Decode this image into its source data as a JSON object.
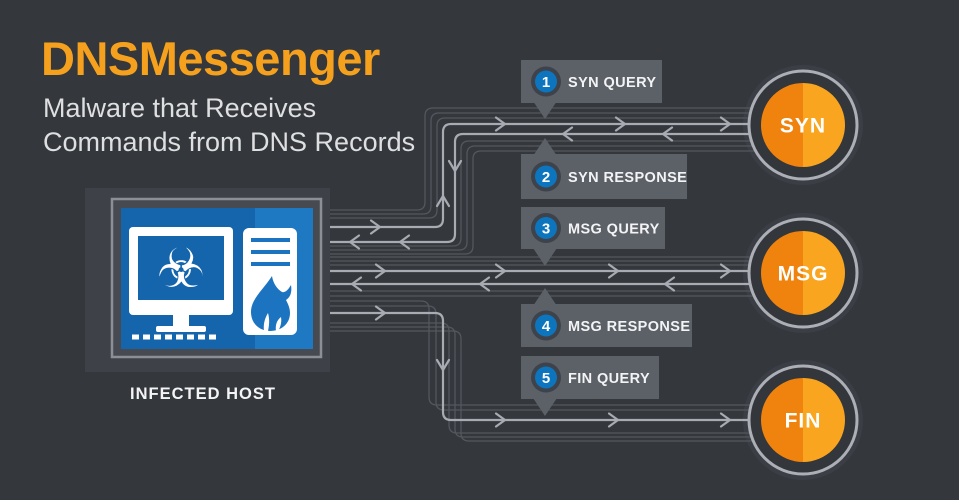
{
  "title": "DNSMessenger",
  "subtitle": {
    "line1": "Malware that Receives",
    "line2": "Commands from DNS Records"
  },
  "host": {
    "label": "INFECTED HOST",
    "biohazard_glyph": "☣"
  },
  "steps": [
    {
      "num": "1",
      "label": "SYN QUERY"
    },
    {
      "num": "2",
      "label": "SYN RESPONSE"
    },
    {
      "num": "3",
      "label": "MSG QUERY"
    },
    {
      "num": "4",
      "label": "MSG RESPONSE"
    },
    {
      "num": "5",
      "label": "FIN QUERY"
    }
  ],
  "servers": [
    {
      "label": "SYN"
    },
    {
      "label": "MSG"
    },
    {
      "label": "FIN"
    }
  ],
  "colors": {
    "background": "#34373C",
    "title_orange": "#F5A11E",
    "server_orange_dark": "#EF830E",
    "server_orange_light": "#F9A51F",
    "step_box_gray": "#5C6067",
    "step_number_blue": "#0D75BD",
    "host_blue_dark": "#1565AC",
    "host_blue_light": "#1E78C2",
    "line_bright": "#A8ACB2",
    "line_dim": "#54585E"
  }
}
